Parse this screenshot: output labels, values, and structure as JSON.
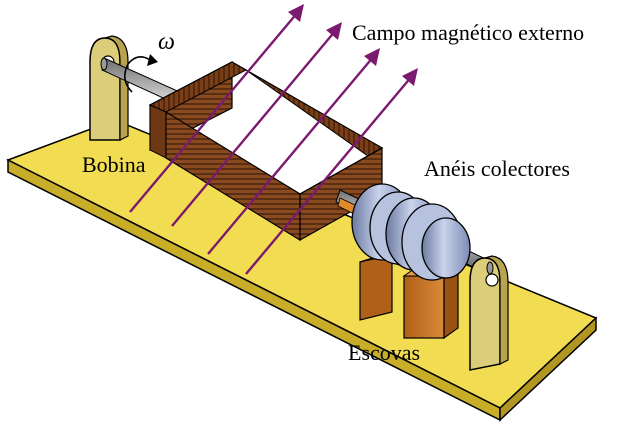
{
  "labels": {
    "omega": "ω",
    "external_field": "Campo magnético externo",
    "coil": "Bobina",
    "slip_rings": "Anéis colectores",
    "brushes": "Escovas"
  },
  "colors": {
    "base_top": "#f2dc52",
    "base_front": "#c8ad28",
    "support": "#dccd7a",
    "coil": "#8a4a1f",
    "coil_stripe": "#3a1a08",
    "field_arrow": "#7b1a6e",
    "ring": "#9aa7c8",
    "brush": "#c06a1e",
    "shaft": "#a8a8a8"
  }
}
